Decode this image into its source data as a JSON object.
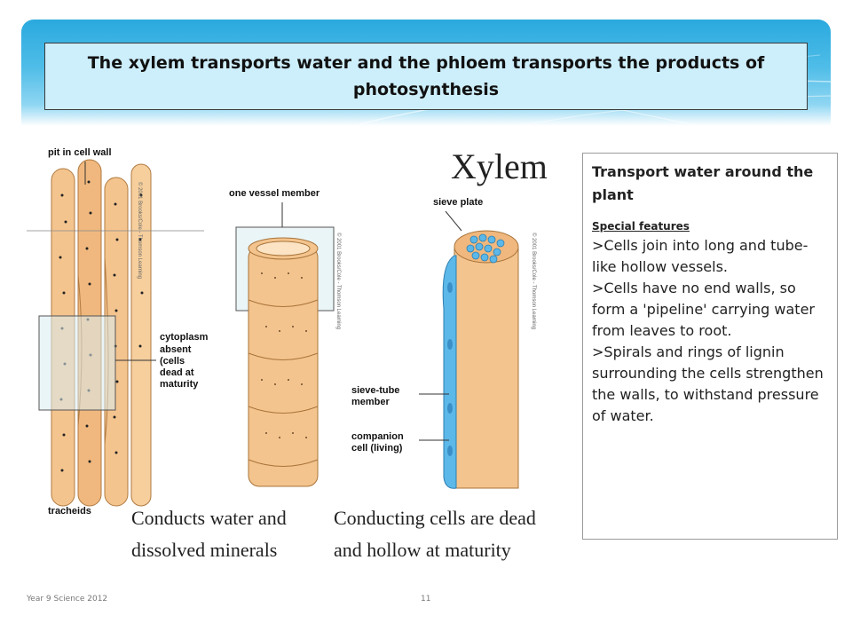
{
  "slide": {
    "title": "The xylem transports water and the phloem transports the products of photosynthesis"
  },
  "diagram": {
    "heading": "Xylem",
    "labels": {
      "pit": "pit in cell wall",
      "vessel_member": "one vessel member",
      "cytoplasm": "cytoplasm",
      "absent": "absent\n(cells\ndead at\nmaturity",
      "tracheids": "tracheids",
      "sieve_plate": "sieve plate",
      "sieve_tube": "sieve-tube\nmember",
      "companion": "companion\ncell (living)"
    },
    "copyright": "© 2001 Brooks/Cole - Thomson Learning",
    "captions": {
      "left": "Conducts water and\ndissolved minerals",
      "right": "Conducting cells are dead\nand hollow at maturity"
    }
  },
  "info": {
    "heading": "Transport water around the plant",
    "subheading": "Special features",
    "points": [
      ">Cells join into long and tube-like hollow vessels.",
      ">Cells have no end walls, so form a 'pipeline' carrying water from leaves to root.",
      ">Spirals and rings of lignin surrounding the cells strengthen the walls, to withstand pressure of water."
    ]
  },
  "footer": {
    "left": "Year 9 Science 2012",
    "page": "11"
  },
  "colors": {
    "header_blue": "#2aa9de",
    "title_fill": "#cdeefb",
    "cell_tan": "#f4c48e",
    "phloem_blue": "#5cb8e8"
  }
}
